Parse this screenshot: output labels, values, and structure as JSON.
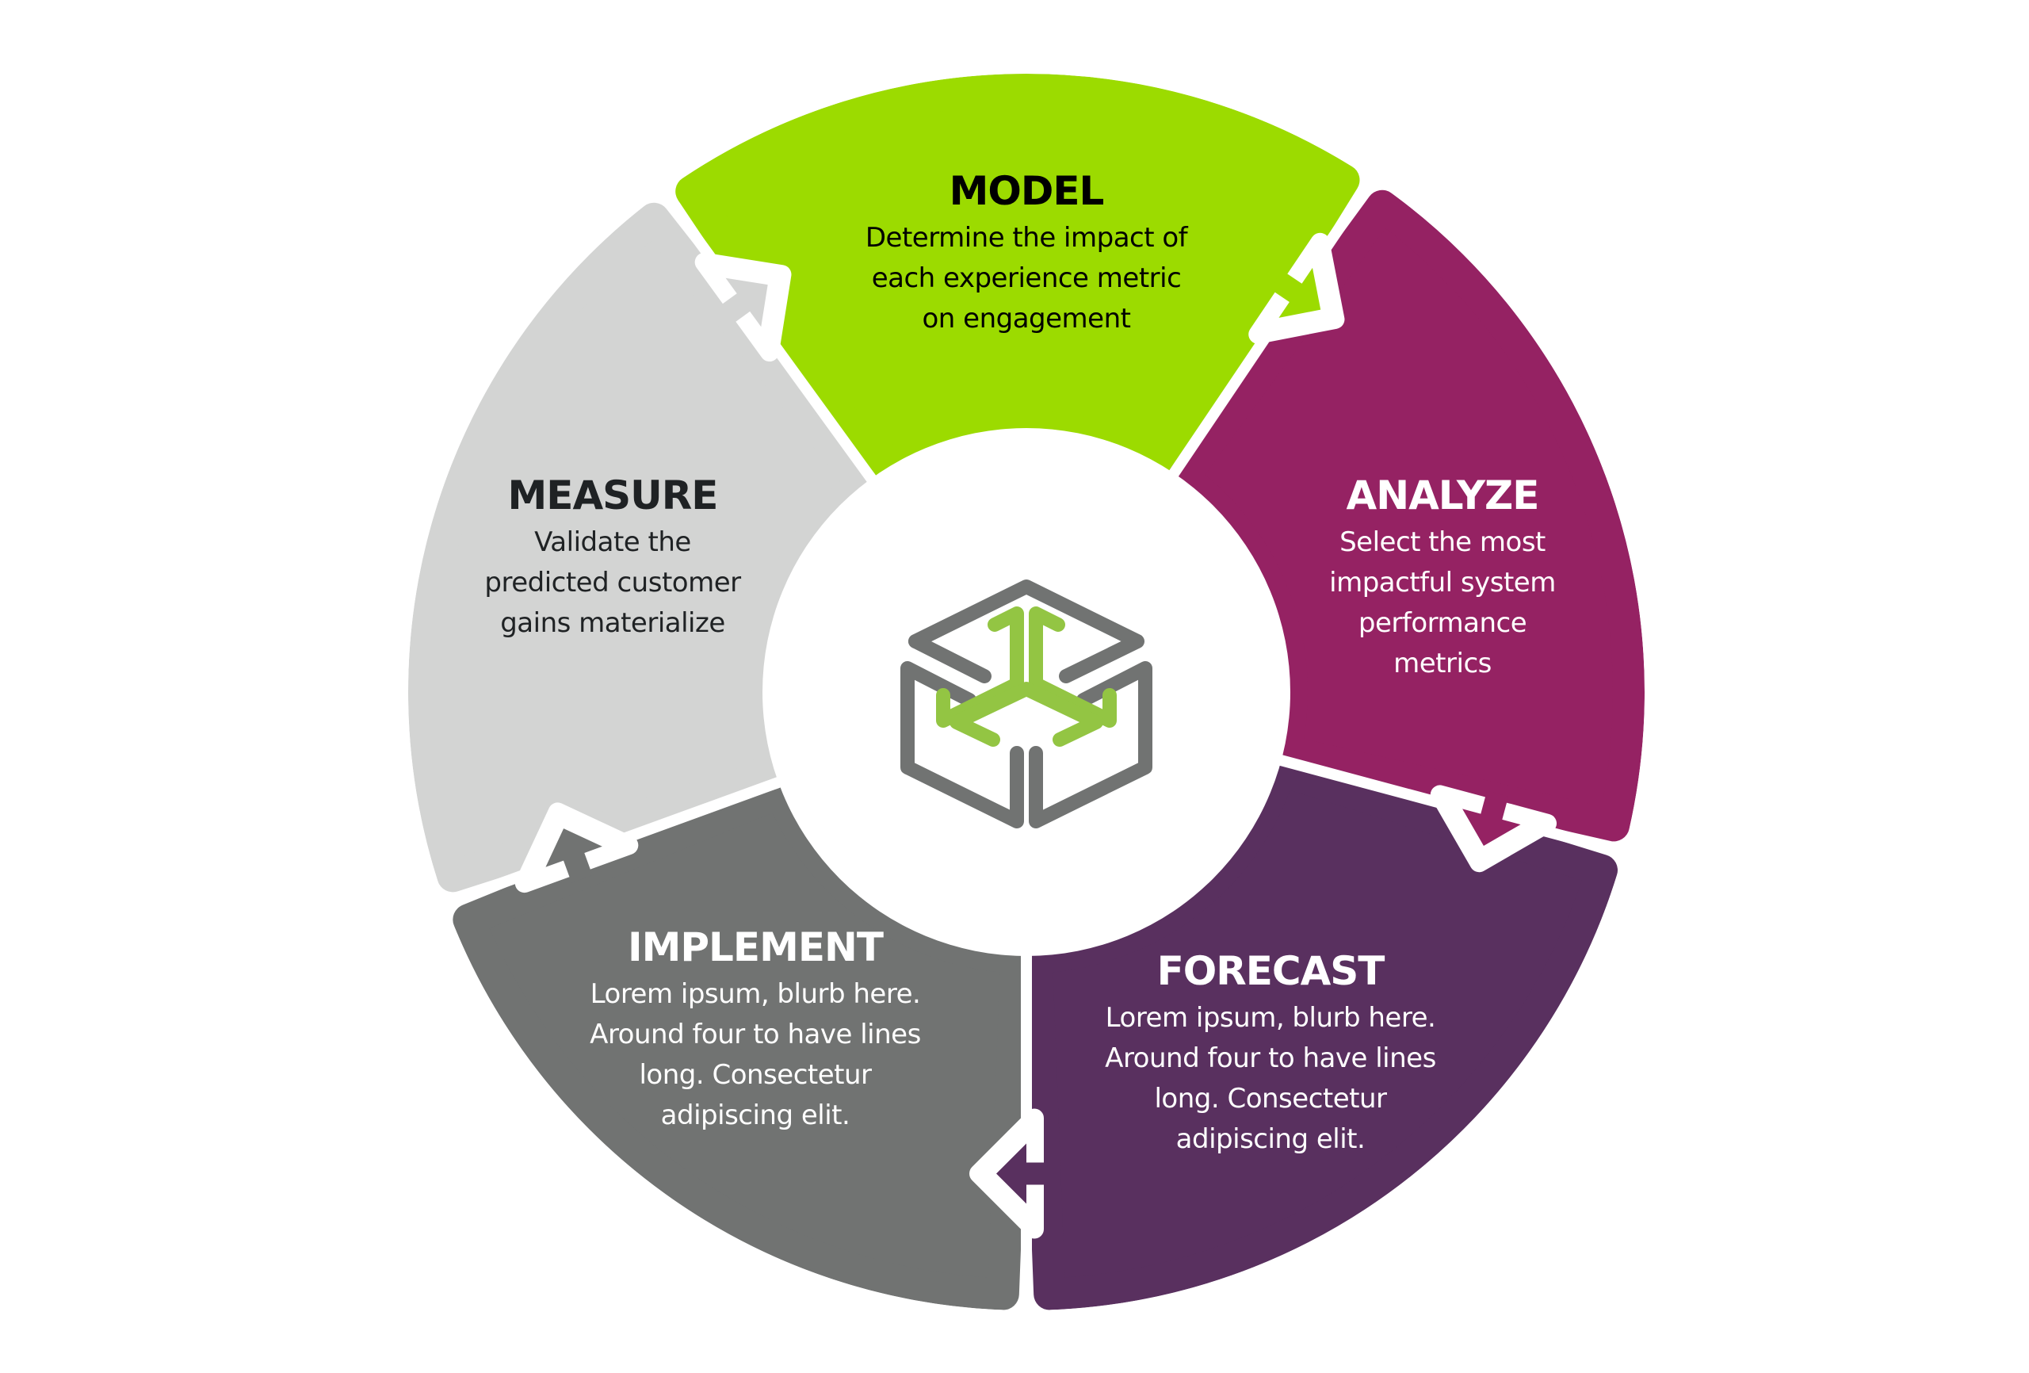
{
  "diagram": {
    "type": "cycle",
    "center_logo": "hexagonal-maze-cube-logo",
    "colors": {
      "model": "#9cdb00",
      "analyze": "#952263",
      "forecast": "#59305f",
      "implement": "#717372",
      "measure": "#d3d4d3",
      "logo_gray": "#717372",
      "logo_green": "#93c543",
      "dark_text": "#1f2224",
      "light_text": "#ffffff"
    },
    "steps": [
      {
        "id": "model",
        "title": "MODEL",
        "description": "Determine the impact of\neach experience metric\non engagement",
        "text_color": "#000000"
      },
      {
        "id": "analyze",
        "title": "ANALYZE",
        "description": "Select the most\nimpactful system\nperformance\nmetrics",
        "text_color": "#ffffff"
      },
      {
        "id": "forecast",
        "title": "FORECAST",
        "description": "Lorem ipsum, blurb here.\nAround four to have lines\nlong. Consectetur\nadipiscing elit.",
        "text_color": "#ffffff"
      },
      {
        "id": "implement",
        "title": "IMPLEMENT",
        "description": "Lorem ipsum, blurb here.\nAround four to have lines\nlong. Consectetur\nadipiscing elit.",
        "text_color": "#ffffff"
      },
      {
        "id": "measure",
        "title": "MEASURE",
        "description": "Validate the\npredicted customer\ngains materialize",
        "text_color": "#1f2224"
      }
    ],
    "flow": [
      "model",
      "analyze",
      "forecast",
      "implement",
      "measure",
      "model"
    ]
  }
}
